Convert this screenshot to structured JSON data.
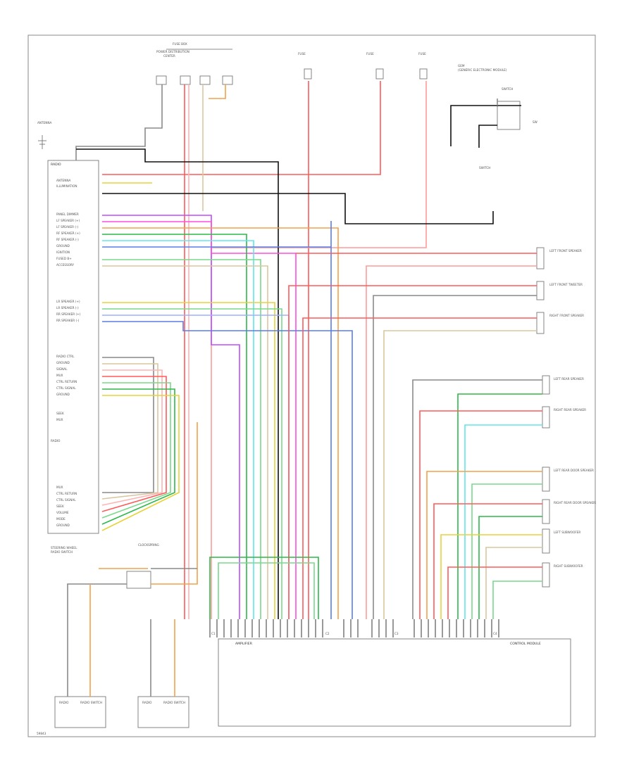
{
  "diagram": {
    "footer_code": "59843",
    "components": {
      "radio_left": [
        "RADIO",
        "RADIO SWITCH"
      ],
      "radio_bottom": [
        "RADIO"
      ],
      "amplifier": [
        "AMPLIFIER",
        "CONTROL MODULE"
      ],
      "fuses_top": [
        "FUSE",
        "FUSE",
        "FUSE"
      ],
      "fuse_box_top": [
        "POWER DISTRIBUTION",
        "CENTER"
      ],
      "gem": [
        "GEM",
        "(GENERIC ELECTRONIC MODULE)"
      ],
      "sw_box": [
        "SWITCH",
        "SW"
      ],
      "speakers_top": [
        "LEFT FRONT SPEAKER",
        "LEFT FRONT TWEETER",
        "RIGHT FRONT SPEAKER"
      ],
      "speakers_mid": [
        "LEFT REAR SPEAKER",
        "RIGHT REAR SPEAKER"
      ],
      "speakers_low": [
        "LEFT REAR DOOR SPEAKER",
        "RIGHT REAR DOOR SPEAKER",
        "LEFT SUBWOOFER",
        "RIGHT SUBWOOFER"
      ],
      "steering_switches": [
        "STEERING WHEEL",
        "RADIO SWITCH",
        "RADIO SWITCH"
      ],
      "clockspring": [
        "CLOCKSPRING"
      ],
      "antenna": [
        "ANTENNA"
      ]
    },
    "wire_labels": {
      "left_panel": [
        "ANTENNA",
        "ILLUMINATION",
        "PANEL DIMMER",
        "LF SPEAKER (+)",
        "LF SPEAKER (-)",
        "RF SPEAKER (+)",
        "RF SPEAKER (-)",
        "GROUND",
        "IGNITION",
        "FUSED B+",
        "ACCESSORY",
        "LR SPEAKER (+)",
        "LR SPEAKER (-)",
        "RR SPEAKER (+)",
        "RR SPEAKER (-)"
      ],
      "left_lower": [
        "RADIO CTRL",
        "GROUND",
        "SIGNAL",
        "MUX",
        "CTRL RETURN",
        "CTRL SIGNAL",
        "SEEK",
        "VOLUME",
        "MODE"
      ],
      "bottom_connector": [
        "C1",
        "C2",
        "C3",
        "C4"
      ]
    }
  },
  "chart_data": {
    "type": "diagram",
    "title": "",
    "node_count": 20,
    "wire_colors": {
      "red": "#ff5a5a",
      "pink": "#ff9b9b",
      "light_red": "#ffb3b3",
      "green": "#2fb84a",
      "light_green": "#7ad88b",
      "yellow": "#e7d23a",
      "tan": "#d8c79e",
      "orange": "#f2a24a",
      "blue": "#5a7de8",
      "light_blue": "#9ab0ff",
      "violet": "#c04dff",
      "magenta": "#ff4de0",
      "cyan": "#5ee8e8",
      "black": "#111111",
      "gray": "#8a8a8a",
      "brown": "#a86a3a"
    }
  }
}
